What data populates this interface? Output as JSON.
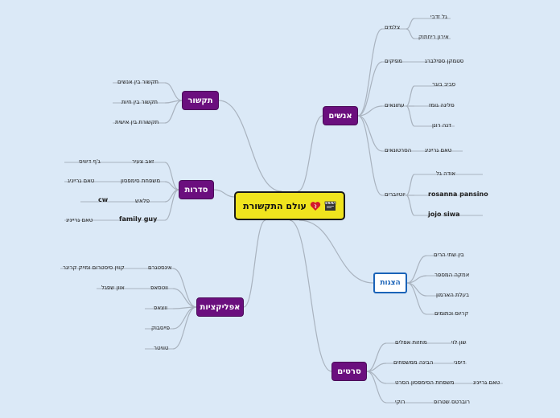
{
  "root": {
    "title": "עולם התקשורת"
  },
  "branches": {
    "people": {
      "label": "אנשים",
      "actors": {
        "label": "צלמים",
        "items": [
          "גל זדבי",
          "אירון ריחתוק"
        ]
      },
      "producers": {
        "label": "מפיקים",
        "items": [
          "סטמקן ספילברג"
        ]
      },
      "journalists": {
        "label": "עתונאים",
        "items": [
          "סביב בוגר",
          "סלינה גומז",
          "דנה רונן"
        ]
      },
      "presenters": {
        "label": "הסרטונאים",
        "items": [
          "טאם גרייניג"
        ]
      },
      "youtubers": {
        "label": "יוטיוברים",
        "items": [
          "אודה גל",
          "rosanna pansino",
          "jojo siwa"
        ]
      }
    },
    "shows": {
      "label": "הצגות",
      "items": [
        "בין שתי הרים",
        "אמקה המספר",
        "בעלת הארמון",
        "קריוס וכתומים"
      ]
    },
    "movies": {
      "label": "סרטים",
      "rows": [
        {
          "name": "מחזות אפלים",
          "sub": "שון לוי"
        },
        {
          "name": "הבינה ממשפחים",
          "sub": "דיסני"
        },
        {
          "name": "משפחת הסימפסון הסרט",
          "sub": "טאם גרייניג"
        },
        {
          "name": "רוקי",
          "sub": "רוברטס שטרופ"
        }
      ]
    },
    "communication": {
      "label": "תקשור",
      "items": [
        "תקשור בין אנשים",
        "תקשור בין חיות",
        "תקשורת בין אישית"
      ]
    },
    "series": {
      "label": "סדרות",
      "rows": [
        {
          "name": "זאב צעיר",
          "sub": "ג'ף דיוויס"
        },
        {
          "name": "משפחת סימפסון",
          "sub": "טאם גרייניג"
        },
        {
          "name": "פלאש",
          "sub": "cw"
        },
        {
          "name": "family guy",
          "sub": "טאם גרייניג"
        }
      ]
    },
    "apps": {
      "label": "אפליקציות",
      "rows": [
        {
          "name": "אינסטגרם",
          "sub": "קווין סיסטרום ומייק קריגר"
        },
        {
          "name": "ווטסאפ",
          "sub": "אוון שפגל"
        },
        {
          "name": "ווצאפ",
          "sub": ""
        },
        {
          "name": "פייסבוק",
          "sub": ""
        },
        {
          "name": "טוויטר",
          "sub": ""
        }
      ]
    }
  },
  "colors": {
    "background": "#dbe9f7",
    "main_node": "#6b0f7e",
    "root_node": "#f0e41e",
    "alt_node_border": "#1a63b8",
    "connector": "#a9b3bf"
  },
  "icons": {
    "root": [
      "heart-icon",
      "clapperboard-icon"
    ]
  }
}
